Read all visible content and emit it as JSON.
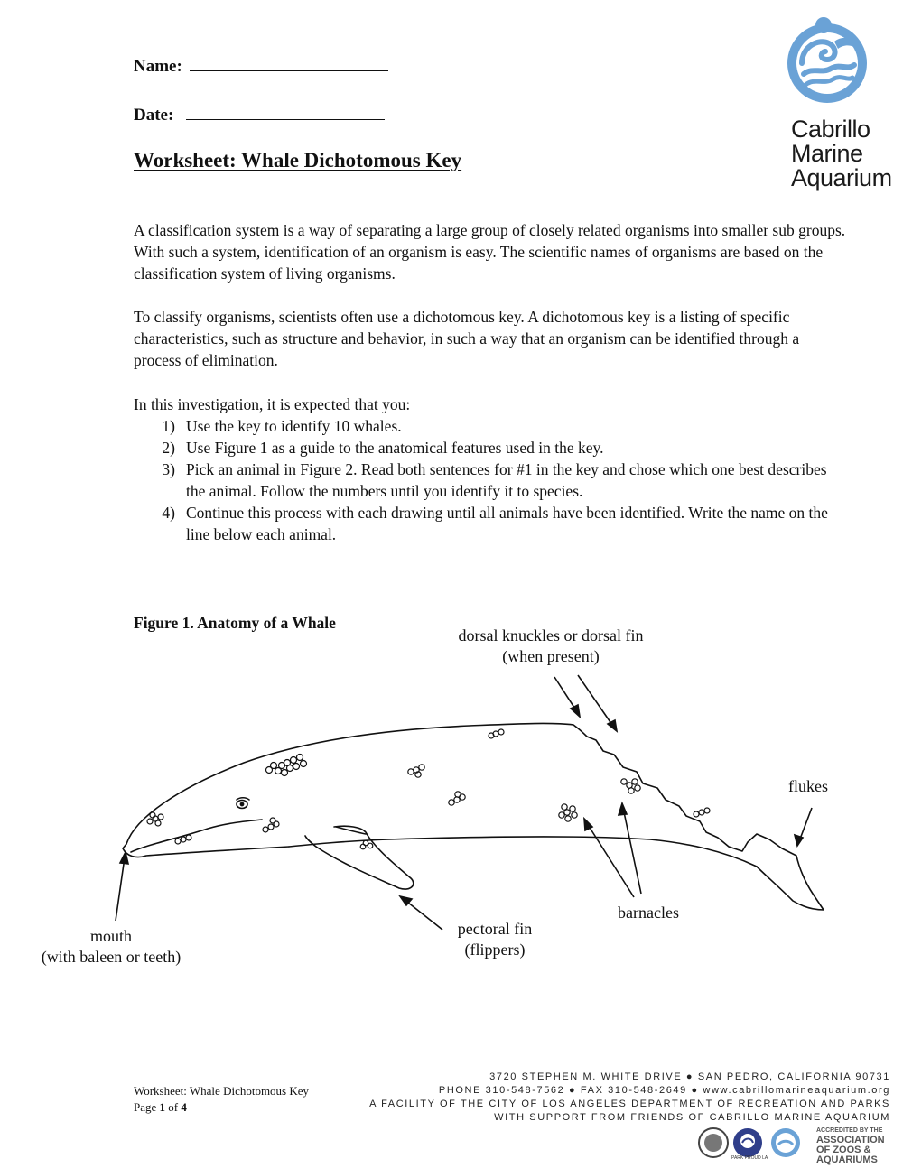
{
  "header": {
    "name_label": "Name:",
    "date_label": "Date:",
    "title": "Worksheet: Whale Dichotomous Key"
  },
  "logo": {
    "line1": "Cabrillo",
    "line2": "Marine",
    "line3": "Aquarium",
    "color": "#6aa2d6"
  },
  "intro": {
    "paragraph1": "A classification system is a way of separating a large group of closely related organisms into smaller sub groups. With such a system, identification of an organism is easy. The scientific names of organisms are based on the classification system of living organisms.",
    "paragraph2": "To classify organisms, scientists often use a dichotomous key. A dichotomous key is a listing of specific characteristics, such as structure and behavior, in such a way that an organism can be identified through a process of elimination.",
    "list_intro": "In this investigation, it is expected that you:"
  },
  "steps": [
    {
      "num": "1)",
      "text": "Use the key to identify 10 whales."
    },
    {
      "num": "2)",
      "text": "Use Figure 1 as a guide to the anatomical features used in the key."
    },
    {
      "num": "3)",
      "text": "Pick an animal in Figure 2. Read both sentences for #1 in the key and chose which one best describes the animal. Follow the numbers until you identify it to species."
    },
    {
      "num": "4)",
      "text": "Continue this process with each drawing until all animals have been identified. Write the name on the line below each animal."
    }
  ],
  "figure": {
    "title": "Figure 1. Anatomy of a Whale",
    "labels": {
      "dorsal_line1": "dorsal knuckles or dorsal fin",
      "dorsal_line2": "(when present)",
      "flukes": "flukes",
      "barnacles": "barnacles",
      "pectoral_line1": "pectoral fin",
      "pectoral_line2": "(flippers)",
      "mouth_line1": "mouth",
      "mouth_line2": "(with baleen or teeth)"
    }
  },
  "footer": {
    "doc_title": "Worksheet: Whale Dichotomous Key",
    "page_prefix": "Page ",
    "page_current": "1",
    "page_middle": " of ",
    "page_total": "4",
    "address": "3720 STEPHEN M. WHITE DRIVE  ●  SAN PEDRO, CALIFORNIA 90731",
    "phone": "PHONE 310-548-7562  ●  FAX 310-548-2649  ●  www.cabrillomarineaquarium.org",
    "facility": "A FACILITY OF THE CITY OF LOS ANGELES DEPARTMENT OF RECREATION AND PARKS",
    "support": "WITH SUPPORT FROM FRIENDS OF CABRILLO MARINE AQUARIUM",
    "seal_text": "PARK PROUD LA",
    "aza_line1": "ACCREDITED BY THE",
    "aza_line2": "ASSOCIATION",
    "aza_line3": "OF ZOOS &",
    "aza_line4": "AQUARIUMS"
  }
}
